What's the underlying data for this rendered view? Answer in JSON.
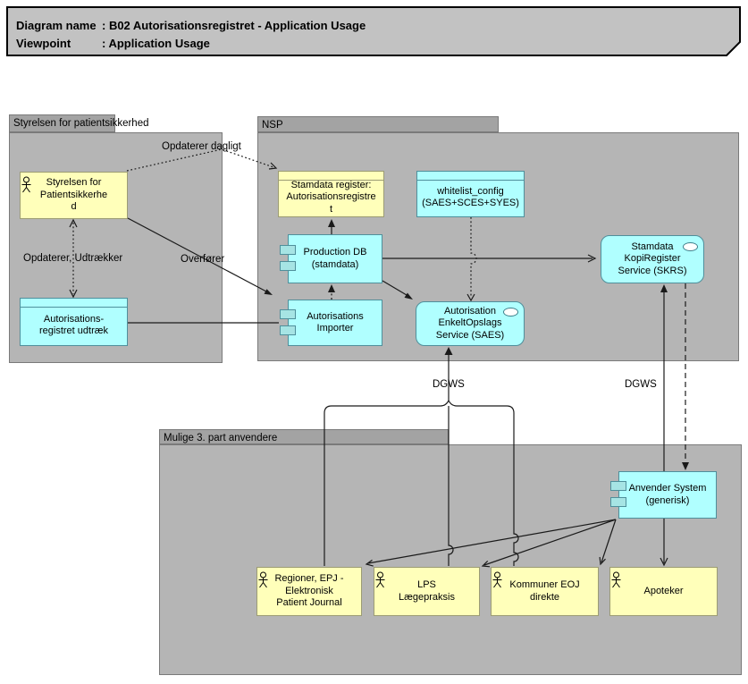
{
  "title_note": {
    "rows": [
      {
        "label": "Diagram name",
        "value": ": B02 Autorisationsregistret - Application Usage"
      },
      {
        "label": "Viewpoint",
        "value": ": Application Usage"
      }
    ]
  },
  "groups": {
    "styrelsen": {
      "label": "Styrelsen for patientsikkerhed"
    },
    "nsp": {
      "label": "NSP"
    },
    "third_party": {
      "label": "Mulige 3. part anvendere"
    }
  },
  "nodes": {
    "styrelsen": {
      "label": "Styrelsen for\nPatientsikkerhe\nd",
      "type": "business-actor"
    },
    "udtraek": {
      "label": "Autorisations-\nregistret udtræk",
      "type": "data-object"
    },
    "register": {
      "label": "Stamdata register:\nAutorisationsregistre\nt",
      "type": "business-object"
    },
    "whitelist": {
      "label": "whitelist_config\n(SAES+SCES+SYES)",
      "type": "data-object"
    },
    "productiondb": {
      "label": "Production DB\n(stamdata)",
      "type": "application-component"
    },
    "importer": {
      "label": "Autorisations\nImporter",
      "type": "application-component"
    },
    "saes": {
      "label": "Autorisation\nEnkeltOpslags\nService (SAES)",
      "type": "application-service"
    },
    "skrs": {
      "label": "Stamdata\nKopiRegister\nService (SKRS)",
      "type": "application-service"
    },
    "anvender": {
      "label": "Anvender System\n(generisk)",
      "type": "application-component"
    },
    "regioner": {
      "label": "Regioner, EPJ -\nElektronisk\nPatient Journal",
      "type": "business-actor"
    },
    "lps": {
      "label": "LPS\nLægepraksis",
      "type": "business-actor"
    },
    "kommuner": {
      "label": "Kommuner EOJ\ndirekte",
      "type": "business-actor"
    },
    "apoteker": {
      "label": "Apoteker",
      "type": "business-actor"
    }
  },
  "edge_labels": {
    "opdaterer_dagligt": "Opdaterer dagligt",
    "opdaterer_udtraekker": "Opdaterer, Udtrækker",
    "overfoerer": "Overfører",
    "dgws_left": "DGWS",
    "dgws_right": "DGWS"
  },
  "colors": {
    "note_gray": "#c2c2c2",
    "group_body_gray": "#b5b5b5",
    "group_tab_gray": "#a3a3a3",
    "business_yellow": "#ffffba",
    "application_cyan": "#b0ffff",
    "yellow_border": "#9c9c74",
    "cyan_border": "#4f8f9b",
    "line_black": "#1a1a1a"
  }
}
